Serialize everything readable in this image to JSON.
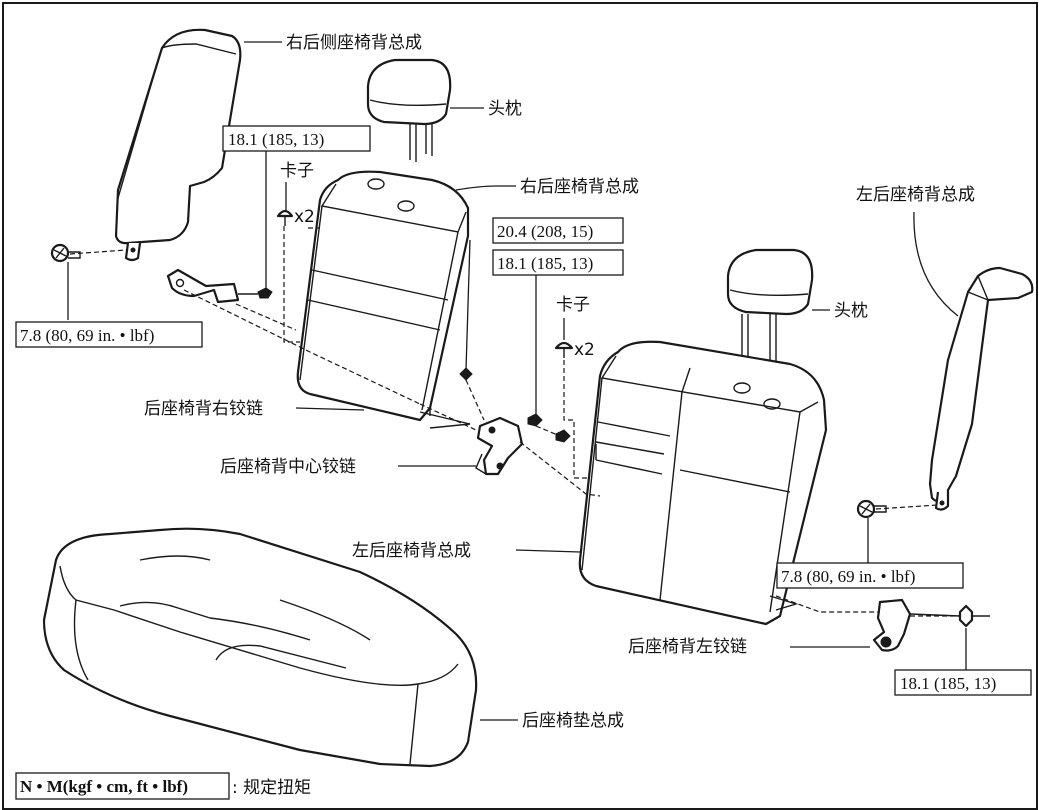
{
  "labels": {
    "right_side_seatback": "右后侧座椅背总成",
    "headrest_right": "头枕",
    "clip_right": "卡子",
    "clip_right_qty": "x2",
    "right_seatback": "右后座椅背总成",
    "left_side_seatback": "左后座椅背总成",
    "headrest_left": "头枕",
    "clip_left": "卡子",
    "clip_left_qty": "x2",
    "right_hinge": "后座椅背右铰链",
    "center_hinge": "后座椅背中心铰链",
    "left_seatback": "左后座椅背总成",
    "left_hinge": "后座椅背左铰链",
    "cushion": "后座椅垫总成"
  },
  "torques": {
    "t1": "18.1 (185, 13)",
    "t2": "7.8 (80, 69 in. • lbf)",
    "t3": "20.4 (208, 15)",
    "t4": "18.1 (185, 13)",
    "t5": "7.8 (80, 69 in. • lbf)",
    "t6": "18.1 (185, 13)"
  },
  "legend": {
    "unit": "N • M(kgf • cm, ft • lbf)",
    "meaning": ": 规定扭矩"
  }
}
